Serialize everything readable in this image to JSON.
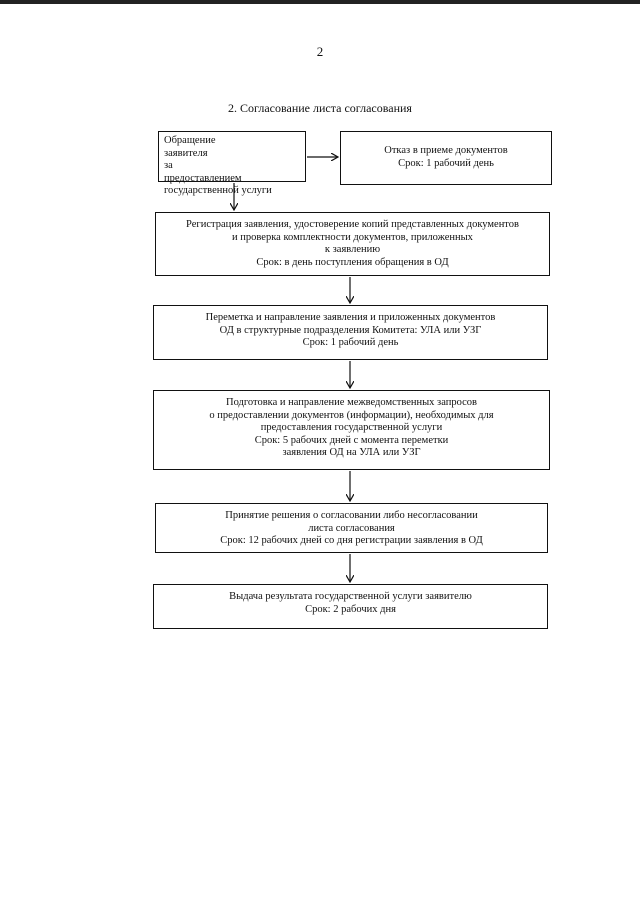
{
  "page": {
    "number": "2"
  },
  "title": "2. Согласование листа согласования",
  "boxes": {
    "application": {
      "line1": [
        "Обращение",
        "заявителя"
      ],
      "line2": [
        "за",
        "предоставлением"
      ],
      "line3": "государственной услуги"
    },
    "refusal": {
      "line1": "Отказ в приеме документов",
      "line2": "Срок: 1 рабочий день"
    },
    "registration": {
      "line1": "Регистрация заявления, удостоверение копий представленных документов",
      "line2": "и проверка комплектности документов, приложенных",
      "line3": "к заявлению",
      "line4": "Срок: в день поступления обращения в ОД"
    },
    "routing": {
      "line1": "Переметка и направление заявления и приложенных документов",
      "line2": "ОД в структурные подразделения Комитета: УЛА или УЗГ",
      "line3": "Срок: 1 рабочий день"
    },
    "requests": {
      "line1": "Подготовка и направление межведомственных запросов",
      "line2": "о предоставлении документов (информации), необходимых для",
      "line3": "предоставления государственной услуги",
      "line4": "Срок: 5 рабочих дней с момента переметки",
      "line5": "заявления ОД на УЛА или УЗГ"
    },
    "decision": {
      "line1": "Принятие решения о согласовании либо несогласовании",
      "line2": "листа согласования",
      "line3": "Срок: 12 рабочих дней со дня регистрации заявления в ОД"
    },
    "result": {
      "line1": "Выдача результата государственной услуги заявителю",
      "line2": "Срок: 2 рабочих дня"
    }
  }
}
